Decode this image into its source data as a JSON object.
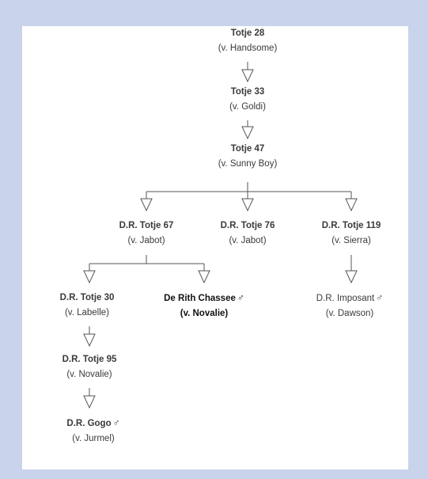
{
  "nodes": {
    "t28": {
      "name": "Totje 28",
      "parent": "(v. Handsome)"
    },
    "t33": {
      "name": "Totje 33",
      "parent": "(v. Goldi)"
    },
    "t47": {
      "name": "Totje 47",
      "parent": "(v. Sunny Boy)"
    },
    "t67": {
      "name": "D.R. Totje 67",
      "parent": "(v. Jabot)"
    },
    "t76": {
      "name": "D.R. Totje 76",
      "parent": "(v. Jabot)"
    },
    "t119": {
      "name": "D.R. Totje 119",
      "parent": "(v. Sierra)"
    },
    "t30": {
      "name": "D.R. Totje 30",
      "parent": "(v. Labelle)"
    },
    "chasse": {
      "name": "De Rith Chassee",
      "parent": "(v. Novalie)",
      "male": "♂"
    },
    "imposant": {
      "name": "D.R. Imposant",
      "parent": "(v. Dawson)",
      "male": "♂"
    },
    "t95": {
      "name": "D.R. Totje 95",
      "parent": "(v. Novalie)"
    },
    "gogo": {
      "name": "D.R. Gogo",
      "parent": "(v. Jurmel)",
      "male": "♂"
    }
  },
  "colors": {
    "background": "#c9d3ec",
    "card": "#ffffff",
    "line": "#555555"
  }
}
